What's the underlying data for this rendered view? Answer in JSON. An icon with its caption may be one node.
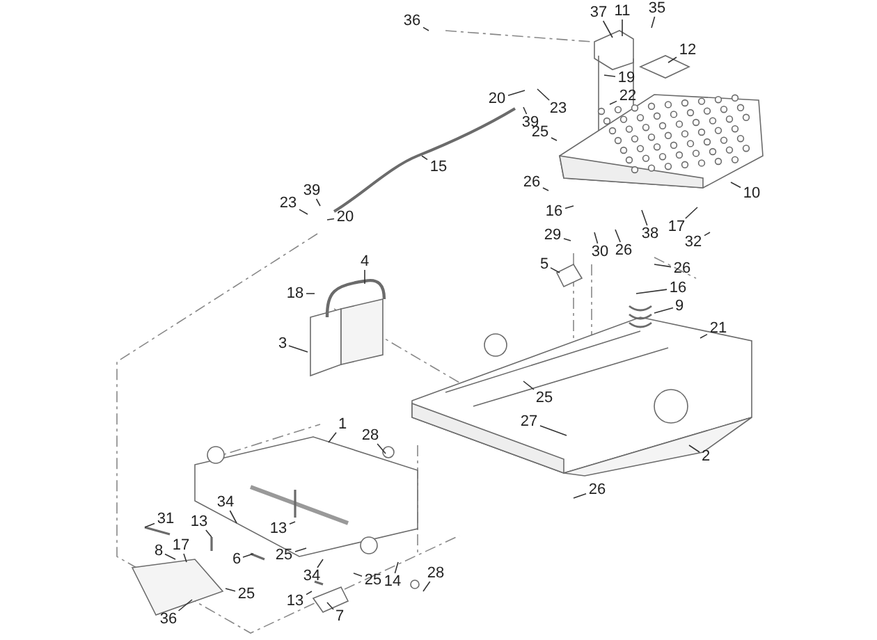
{
  "diagram": {
    "nodes": [
      {
        "text": [
          "36"
        ]
      },
      {
        "text": [
          "37"
        ]
      },
      {
        "text": [
          "11"
        ]
      },
      {
        "text": [
          "35"
        ]
      },
      {
        "text": [
          "12"
        ]
      },
      {
        "text": [
          "19"
        ]
      },
      {
        "text": [
          "22"
        ]
      },
      {
        "text": [
          "20"
        ]
      },
      {
        "text": [
          "23"
        ]
      },
      {
        "text": [
          "39"
        ]
      },
      {
        "text": [
          "25"
        ]
      },
      {
        "text": [
          "15"
        ]
      },
      {
        "text": [
          "26"
        ]
      },
      {
        "text": [
          "16"
        ]
      },
      {
        "text": [
          "10"
        ]
      },
      {
        "text": [
          "17"
        ]
      },
      {
        "text": [
          "32"
        ]
      },
      {
        "text": [
          "38"
        ]
      },
      {
        "text": [
          "30"
        ]
      },
      {
        "text": [
          "26"
        ]
      },
      {
        "text": [
          "29"
        ]
      },
      {
        "text": [
          "5"
        ]
      },
      {
        "text": [
          "26"
        ]
      },
      {
        "text": [
          "16"
        ]
      },
      {
        "text": [
          "9"
        ]
      },
      {
        "text": [
          "21"
        ]
      },
      {
        "text": [
          "25"
        ]
      },
      {
        "text": [
          "27"
        ]
      },
      {
        "text": [
          "2"
        ]
      },
      {
        "text": [
          "26"
        ]
      },
      {
        "text": [
          "23"
        ]
      },
      {
        "text": [
          "39"
        ]
      },
      {
        "text": [
          "20"
        ]
      },
      {
        "text": [
          "4"
        ]
      },
      {
        "text": [
          "18"
        ]
      },
      {
        "text": [
          "3"
        ]
      },
      {
        "text": [
          "1"
        ]
      },
      {
        "text": [
          "28"
        ]
      },
      {
        "text": [
          "34"
        ]
      },
      {
        "text": [
          "13"
        ]
      },
      {
        "text": [
          "31"
        ]
      },
      {
        "text": [
          "17"
        ]
      },
      {
        "text": [
          "8"
        ]
      },
      {
        "text": [
          "13"
        ]
      },
      {
        "text": [
          "25"
        ]
      },
      {
        "text": [
          "6"
        ]
      },
      {
        "text": [
          "34"
        ]
      },
      {
        "text": [
          "25"
        ]
      },
      {
        "text": [
          "25"
        ]
      },
      {
        "text": [
          "13"
        ]
      },
      {
        "text": [
          "7"
        ]
      },
      {
        "text": [
          "14"
        ]
      },
      {
        "text": [
          "28"
        ]
      },
      {
        "text": [
          "36"
        ]
      }
    ],
    "edges": [
      {
        "from": 0,
        "to": null,
        "arrow": "none"
      },
      {
        "from": 1,
        "to": null,
        "arrow": "none"
      },
      {
        "from": 2,
        "to": null,
        "arrow": "none"
      },
      {
        "from": 3,
        "to": null,
        "arrow": "none"
      },
      {
        "from": 4,
        "to": null,
        "arrow": "none"
      },
      {
        "from": 5,
        "to": null,
        "arrow": "none"
      },
      {
        "from": 6,
        "to": null,
        "arrow": "none"
      },
      {
        "from": 7,
        "to": null,
        "arrow": "none"
      },
      {
        "from": 8,
        "to": null,
        "arrow": "none"
      },
      {
        "from": 9,
        "to": null,
        "arrow": "none"
      },
      {
        "from": 10,
        "to": null,
        "arrow": "none"
      },
      {
        "from": 11,
        "to": null,
        "arrow": "none"
      },
      {
        "from": 12,
        "to": null,
        "arrow": "none"
      },
      {
        "from": 13,
        "to": null,
        "arrow": "none"
      },
      {
        "from": 14,
        "to": null,
        "arrow": "none"
      },
      {
        "from": 15,
        "to": null,
        "arrow": "none"
      },
      {
        "from": 16,
        "to": null,
        "arrow": "none"
      },
      {
        "from": 17,
        "to": null,
        "arrow": "none"
      },
      {
        "from": 18,
        "to": null,
        "arrow": "none"
      },
      {
        "from": 19,
        "to": null,
        "arrow": "none"
      },
      {
        "from": 20,
        "to": null,
        "arrow": "none"
      },
      {
        "from": 21,
        "to": null,
        "arrow": "none"
      },
      {
        "from": 22,
        "to": null,
        "arrow": "none"
      },
      {
        "from": 23,
        "to": null,
        "arrow": "none"
      },
      {
        "from": 24,
        "to": null,
        "arrow": "none"
      },
      {
        "from": 25,
        "to": null,
        "arrow": "none"
      },
      {
        "from": 26,
        "to": null,
        "arrow": "none"
      },
      {
        "from": 27,
        "to": null,
        "arrow": "none"
      },
      {
        "from": 28,
        "to": null,
        "arrow": "none"
      },
      {
        "from": 29,
        "to": null,
        "arrow": "none"
      },
      {
        "from": 30,
        "to": null,
        "arrow": "none"
      },
      {
        "from": 31,
        "to": null,
        "arrow": "none"
      },
      {
        "from": 32,
        "to": null,
        "arrow": "none"
      },
      {
        "from": 33,
        "to": null,
        "arrow": "none"
      },
      {
        "from": 34,
        "to": null,
        "arrow": "none"
      },
      {
        "from": 35,
        "to": null,
        "arrow": "none"
      },
      {
        "from": 36,
        "to": null,
        "arrow": "none"
      },
      {
        "from": 37,
        "to": null,
        "arrow": "none"
      },
      {
        "from": 38,
        "to": null,
        "arrow": "none"
      },
      {
        "from": 39,
        "to": null,
        "arrow": "none"
      },
      {
        "from": 40,
        "to": null,
        "arrow": "none"
      },
      {
        "from": 41,
        "to": null,
        "arrow": "none"
      },
      {
        "from": 42,
        "to": null,
        "arrow": "none"
      },
      {
        "from": 43,
        "to": null,
        "arrow": "none"
      },
      {
        "from": 44,
        "to": null,
        "arrow": "none"
      },
      {
        "from": 45,
        "to": null,
        "arrow": "none"
      },
      {
        "from": 46,
        "to": null,
        "arrow": "none"
      },
      {
        "from": 47,
        "to": null,
        "arrow": "none"
      },
      {
        "from": 48,
        "to": null,
        "arrow": "none"
      },
      {
        "from": 49,
        "to": null,
        "arrow": "none"
      },
      {
        "from": 50,
        "to": null,
        "arrow": "none"
      },
      {
        "from": 51,
        "to": null,
        "arrow": "none"
      },
      {
        "from": 52,
        "to": null,
        "arrow": "none"
      },
      {
        "from": 53,
        "to": null,
        "arrow": "none"
      }
    ]
  }
}
